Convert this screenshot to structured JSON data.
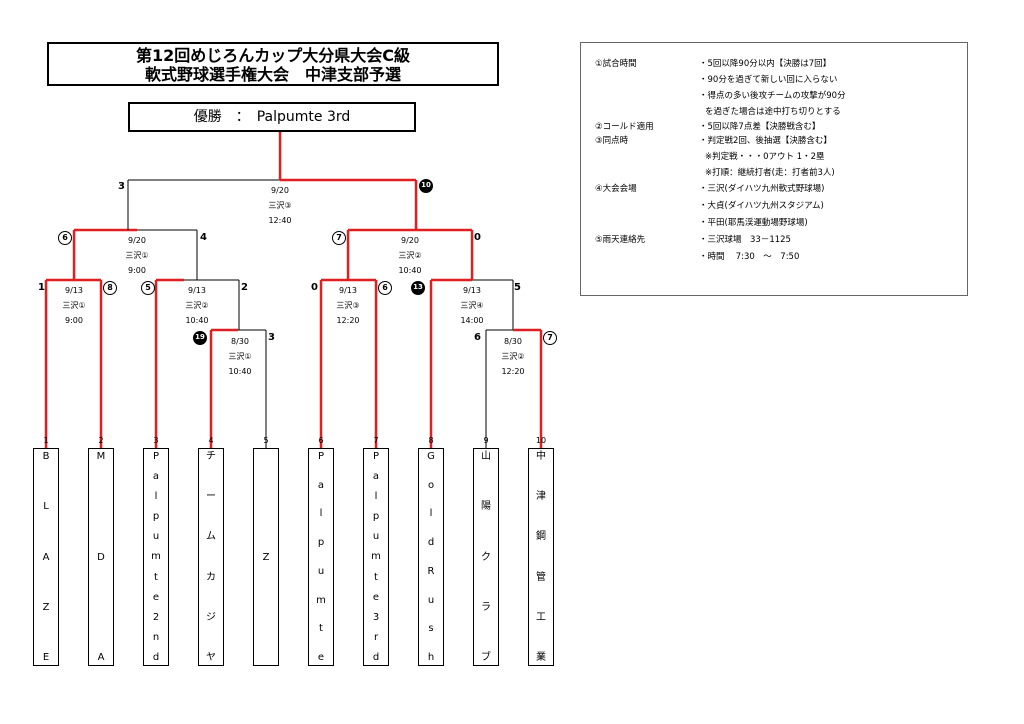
{
  "title": {
    "line1": "第12回めじろんカップ大分県大会C級",
    "line2": "軟式野球選手権大会　中津支部予選"
  },
  "winner": "優勝　：　Palpumte 3rd",
  "notes": [
    {
      "label": "①試合時間",
      "lines": [
        "・5回以降90分以内【決勝は7回】",
        "・90分を過ぎて新しい回に入らない",
        "・得点の多い後攻チームの攻撃が90分",
        "を過ぎた場合は途中打ち切りとする"
      ]
    },
    {
      "label": "②コールド適用",
      "lines": [
        "・5回以降7点差【決勝戦含む】"
      ]
    },
    {
      "label": "③同点時",
      "lines": [
        "・判定戦2回、後抽選【決勝含む】",
        "※判定戦・・・0アウト 1・2塁",
        "※打順：継続打者(走：打者前3人)"
      ]
    },
    {
      "label": "④大会会場",
      "lines": [
        "・三沢(ダイハツ九州軟式野球場)",
        "・大貞(ダイハツ九州スタジアム)",
        "・平田(耶馬渓運動場野球場)"
      ]
    },
    {
      "label": "⑤雨天連絡先",
      "lines": [
        "・三沢球場　33－1125",
        "・時間　 7:30　～　7:50"
      ]
    }
  ],
  "teams": [
    {
      "num": "1",
      "chars": [
        "B",
        "L",
        "A",
        "Z",
        "E"
      ]
    },
    {
      "num": "2",
      "chars": [
        "M",
        "D",
        "A"
      ]
    },
    {
      "num": "3",
      "chars": [
        "P",
        "a",
        "l",
        "p",
        "u",
        "m",
        "t",
        "e",
        "2",
        "n",
        "d"
      ]
    },
    {
      "num": "4",
      "chars": [
        "チ",
        "ー",
        "ム",
        "カ",
        "ジ",
        "ヤ"
      ]
    },
    {
      "num": "5",
      "chars": [
        "Z"
      ]
    },
    {
      "num": "6",
      "chars": [
        "P",
        "a",
        "l",
        "p",
        "u",
        "m",
        "t",
        "e"
      ]
    },
    {
      "num": "7",
      "chars": [
        "P",
        "a",
        "l",
        "p",
        "u",
        "m",
        "t",
        "e",
        "3",
        "r",
        "d"
      ]
    },
    {
      "num": "8",
      "chars": [
        "G",
        "o",
        "l",
        "d",
        "R",
        "u",
        "s",
        "h"
      ]
    },
    {
      "num": "9",
      "chars": [
        "山",
        "陽",
        "ク",
        "ラ",
        "ブ"
      ]
    },
    {
      "num": "10",
      "chars": [
        "中",
        "津",
        "鋼",
        "管",
        "工",
        "業"
      ]
    }
  ],
  "matches": [
    {
      "id": "r1a",
      "date": "9/13",
      "venue": "三沢①",
      "time": "9:00",
      "score_left": "1",
      "score_right": "8"
    },
    {
      "id": "r1b",
      "date": "9/13",
      "venue": "三沢②",
      "time": "10:40",
      "score_left": "5",
      "score_right": "2"
    },
    {
      "id": "r1c",
      "date": "8/30",
      "venue": "三沢①",
      "time": "10:40",
      "score_left": "19",
      "score_right": "3"
    },
    {
      "id": "r1d",
      "date": "9/13",
      "venue": "三沢③",
      "time": "12:20",
      "score_left": "0",
      "score_right": "6"
    },
    {
      "id": "r1e",
      "date": "9/13",
      "venue": "三沢④",
      "time": "14:00",
      "score_left": "13",
      "score_right": "5"
    },
    {
      "id": "r1f",
      "date": "8/30",
      "venue": "三沢②",
      "time": "12:20",
      "score_left": "6",
      "score_right": "7"
    },
    {
      "id": "sfl",
      "date": "9/20",
      "venue": "三沢①",
      "time": "9:00",
      "score_left": "6",
      "score_right": "4"
    },
    {
      "id": "sfr",
      "date": "9/20",
      "venue": "三沢②",
      "time": "10:40",
      "score_left": "7",
      "score_right": "0"
    },
    {
      "id": "final",
      "date": "9/20",
      "venue": "三沢③",
      "time": "12:40",
      "score_left": "3",
      "score_right": "10"
    }
  ],
  "colors": {
    "winner_line": "#e02020",
    "loser_line": "#000000"
  }
}
